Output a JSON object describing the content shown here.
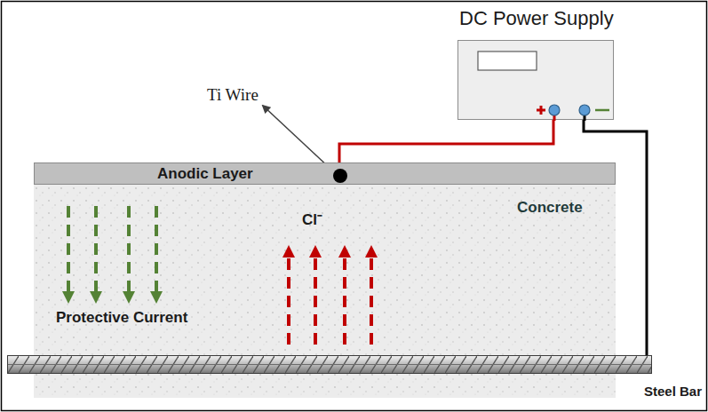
{
  "diagram": {
    "nodes": [
      {
        "text": [
          "DC Power Supply"
        ]
      },
      {
        "text": [
          "Anodic Layer"
        ]
      },
      {
        "text": [
          "Concrete",
          "Cl⁻",
          "Protective Current"
        ]
      },
      {
        "text": [
          "Steel Bar"
        ]
      }
    ],
    "edges": [
      {
        "from": 0,
        "to": 1,
        "arrow": "none"
      },
      {
        "from": 0,
        "to": 3,
        "arrow": "none"
      }
    ],
    "labels": [
      "Ti Wire"
    ]
  }
}
